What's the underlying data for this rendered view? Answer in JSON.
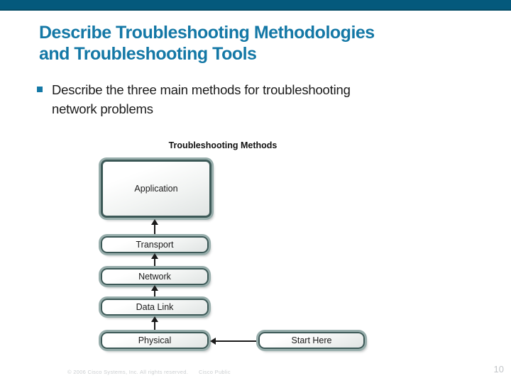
{
  "slide": {
    "title_lines": [
      "Describe Troubleshooting Methodologies",
      "and Troubleshooting Tools"
    ],
    "bullet": {
      "lines": [
        "Describe the three main methods for troubleshooting",
        "network problems"
      ]
    },
    "diagram": {
      "title": "Troubleshooting Methods",
      "layers": [
        "Application",
        "Transport",
        "Network",
        "Data Link",
        "Physical"
      ],
      "start_label": "Start Here",
      "flow": "arrows point upward from Physical to Application; Start Here points to Physical"
    },
    "footer": {
      "copyright": "© 2006 Cisco Systems, Inc. All rights reserved.",
      "classification": "Cisco Public",
      "page_number": "10"
    },
    "colors": {
      "topbar": "#04597C",
      "title_accent": "#1478A6",
      "box_border": "#3C5957",
      "box_halo": "#98AEAC",
      "arrow": "#1A1A1A",
      "footer_text": "#CBCED0"
    }
  }
}
